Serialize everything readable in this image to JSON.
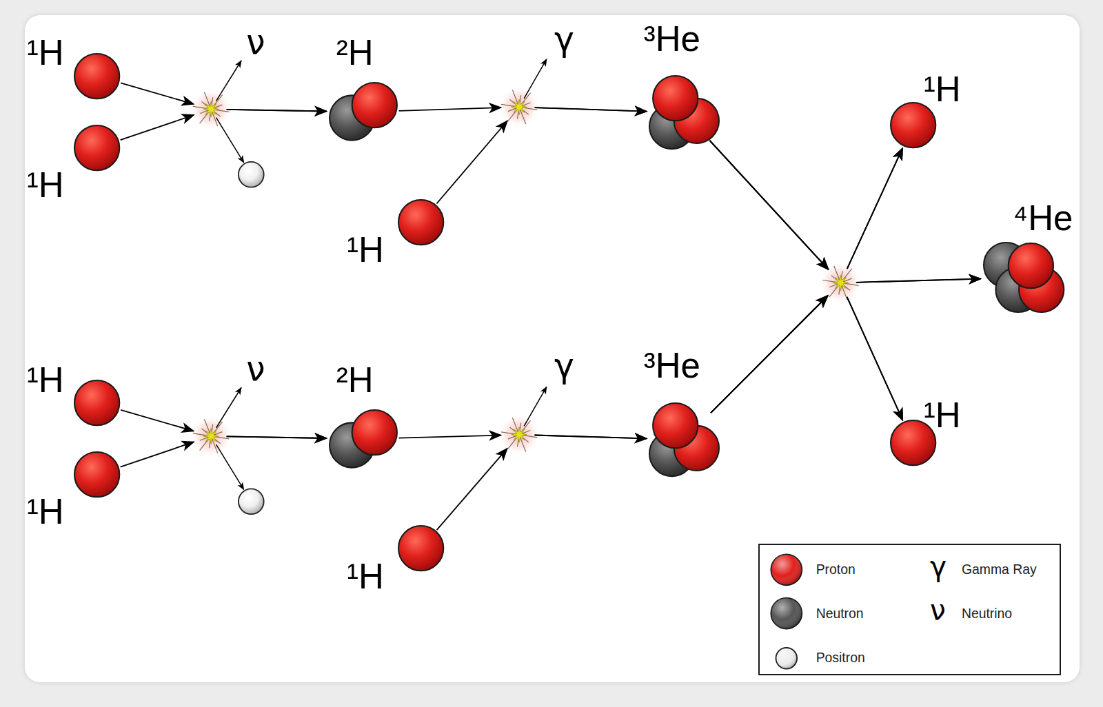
{
  "diagram": {
    "nodes": [
      {
        "text": [
          "¹H"
        ]
      },
      {
        "text": [
          "¹H"
        ]
      },
      {
        "text": [
          "²H"
        ]
      },
      {
        "text": [
          "¹H"
        ]
      },
      {
        "text": [
          "³He"
        ]
      },
      {
        "text": [
          "¹H"
        ]
      },
      {
        "text": [
          "⁴He"
        ]
      },
      {
        "text": [
          "¹H"
        ]
      },
      {
        "text": [
          "¹H"
        ]
      },
      {
        "text": [
          "¹H"
        ]
      },
      {
        "text": [
          "²H"
        ]
      },
      {
        "text": [
          "¹H"
        ]
      },
      {
        "text": [
          "³He"
        ]
      }
    ],
    "edges": [
      {
        "from": 0,
        "to": 2,
        "arrow": "to"
      },
      {
        "from": 1,
        "to": 2,
        "arrow": "to"
      },
      {
        "from": 2,
        "to": 4,
        "arrow": "to"
      },
      {
        "from": 3,
        "to": 4,
        "arrow": "to"
      },
      {
        "from": 8,
        "to": 10,
        "arrow": "to"
      },
      {
        "from": 9,
        "to": 10,
        "arrow": "to"
      },
      {
        "from": 10,
        "to": 12,
        "arrow": "to"
      },
      {
        "from": 11,
        "to": 12,
        "arrow": "to"
      },
      {
        "from": 4,
        "to": 5,
        "arrow": "to"
      },
      {
        "from": 4,
        "to": 6,
        "arrow": "to"
      },
      {
        "from": 4,
        "to": 7,
        "arrow": "to"
      },
      {
        "from": 12,
        "to": 5,
        "arrow": "to"
      },
      {
        "from": 12,
        "to": 6,
        "arrow": "to"
      },
      {
        "from": 12,
        "to": 7,
        "arrow": "to"
      }
    ],
    "labels": [
      "ν",
      "γ",
      "ν",
      "γ",
      "γ",
      "ν"
    ],
    "legend": [
      {
        "text": "Proton",
        "color": "#e0201c"
      },
      {
        "text": "Gamma Ray"
      },
      {
        "text": "Neutron",
        "color": "#555555"
      },
      {
        "text": "Neutrino"
      },
      {
        "text": "Positron",
        "color": "#eeeeee"
      }
    ]
  }
}
